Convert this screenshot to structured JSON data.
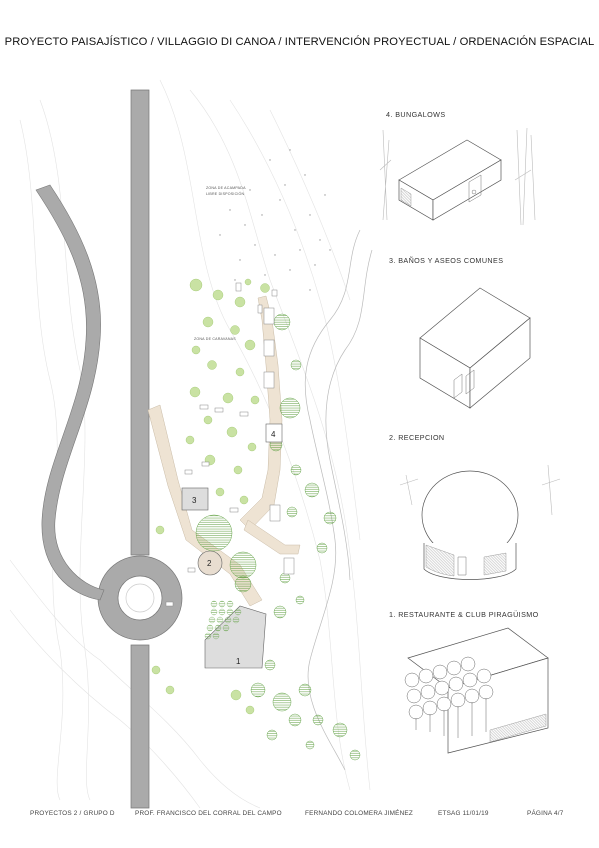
{
  "header": {
    "title": "PROYECTO PAISAJÍSTICO / VILLAGGIO DI CANOA / INTERVENCIÓN PROYECTUAL / ORDENACIÓN ESPACIAL"
  },
  "plan": {
    "zone_top_line1": "ZONA DE ACAMPADA",
    "zone_top_line2": "LIBRE DISPOSICIÓN",
    "zone_mid": "ZONA DE CARAVANAS",
    "markers": [
      "1",
      "2",
      "3",
      "4"
    ]
  },
  "sections": {
    "bungalows": "4. BUNGALOWS",
    "banos": "3. BAÑOS Y ASEOS COMUNES",
    "recepcion": "2. RECEPCION",
    "restaurante": "1. RESTAURANTE & CLUB PIRAGÜISMO"
  },
  "footer": {
    "course": "PROYECTOS 2 / GRUPO D",
    "professor": "PROF. FRANCISCO DEL CORRAL DEL CAMPO",
    "author": "FERNANDO COLOMERA JIMÉNEZ",
    "school_date": "ETSAG 11/01/19",
    "page": "PÁGINA 4/7"
  },
  "colors": {
    "tree_green": "#bcd98c",
    "road_grey": "#999999",
    "path_beige": "#eee3d3",
    "building_fill": "#dddddd"
  }
}
